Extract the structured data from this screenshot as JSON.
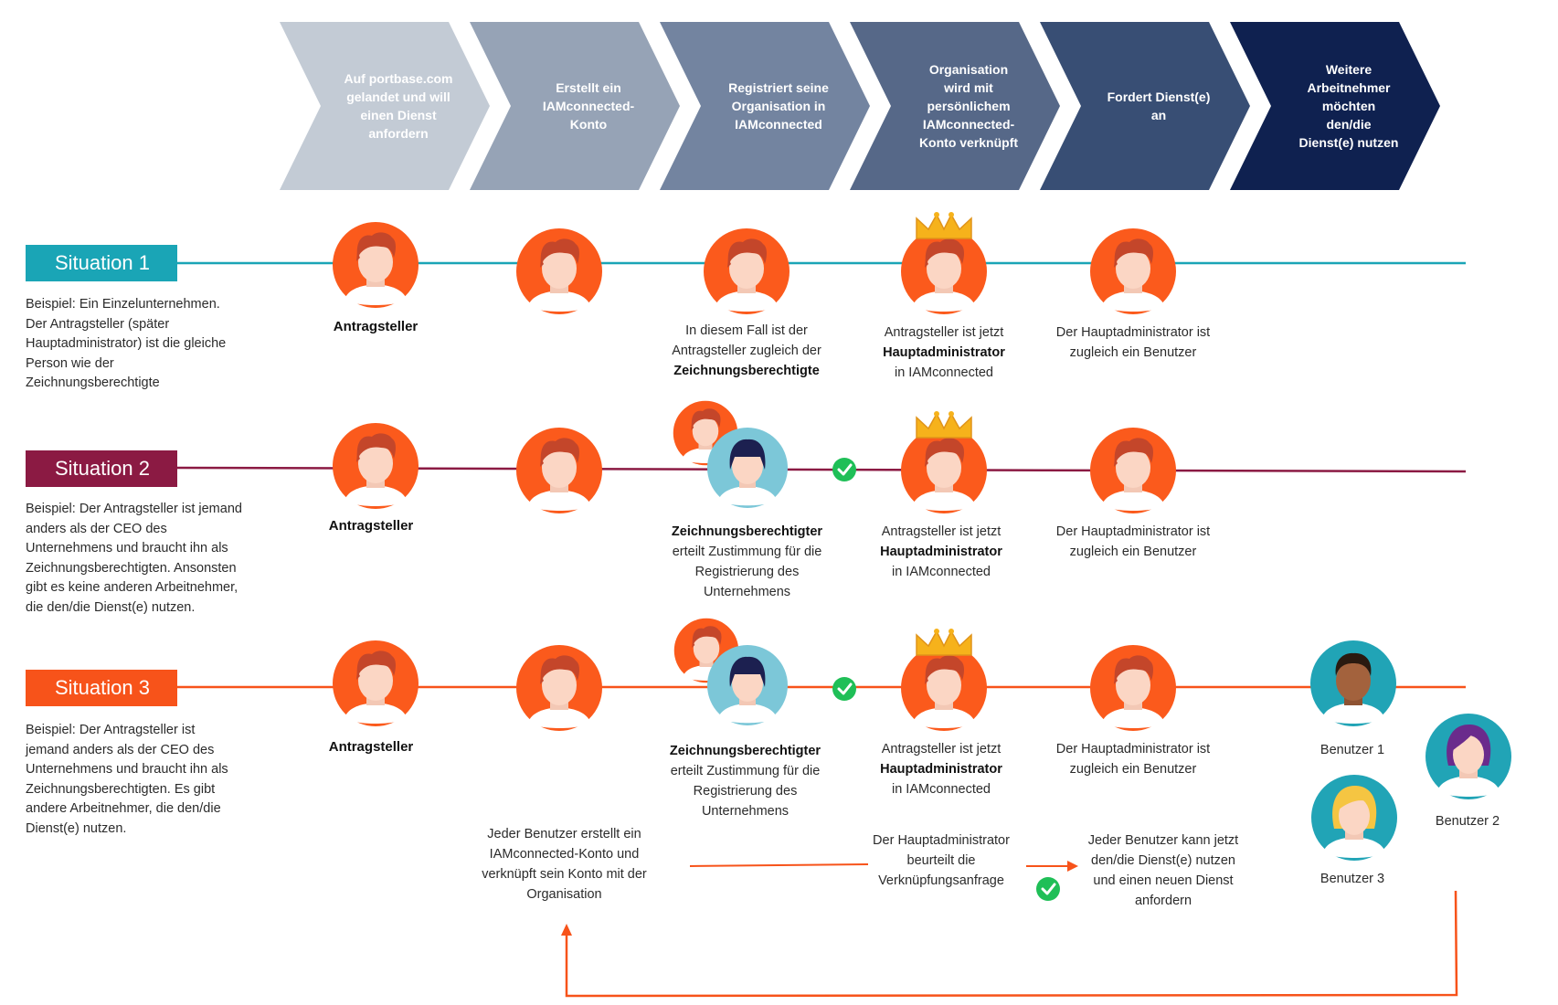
{
  "steps": [
    [
      "Auf portbase.com",
      "gelandet und will",
      "einen Dienst",
      "anfordern"
    ],
    [
      "Erstellt ein",
      "IAMconnected-",
      "Konto"
    ],
    [
      "Registriert seine",
      "Organisation in",
      "IAMconnected"
    ],
    [
      "Organisation",
      "wird mit",
      "persönlichem",
      "IAMconnected-",
      "Konto verknüpft"
    ],
    [
      "Fordert Dienst(e)",
      "an"
    ],
    [
      "Weitere",
      "Arbeitnehmer",
      "möchten",
      "den/die",
      "Dienst(e) nutzen"
    ]
  ],
  "colors": {
    "steps": [
      "#c3cbd5",
      "#96a3b6",
      "#7384a0",
      "#566888",
      "#384e74",
      "#0f2150"
    ],
    "situation1": "#1aa5b6",
    "situation2": "#8b1a43",
    "situation3": "#f7531a",
    "avatar_orange": "#fb5a1c",
    "avatar_teal": "#21a4b6",
    "avatar_lightblue": "#7cc7d8",
    "check_green": "#1fbf57",
    "crown": "#f6b21b"
  },
  "situations": [
    {
      "label": "Situation 1",
      "description": "Beispiel: Ein Einzelunternehmen. Der Antragsteller (später Hauptadministrator) ist die gleiche Person wie der Zeichnungsberechtigte",
      "applicant": "Antragsteller",
      "step3": {
        "pre": "In diesem Fall ist der Antragsteller zugleich der",
        "bold": "Zeichnungsberechtigte"
      },
      "step4": {
        "pre": "Antragsteller ist jetzt",
        "bold": "Hauptadministrator",
        "post": "in IAMconnected"
      },
      "step5": "Der Hauptadministrator ist zugleich ein Benutzer"
    },
    {
      "label": "Situation 2",
      "description": "Beispiel: Der Antragsteller ist jemand anders als der CEO des Unternehmens und braucht ihn als Zeichnungsberechtigten. Ansonsten gibt es keine anderen Arbeitnehmer, die den/die Dienst(e) nutzen.",
      "applicant": "Antragsteller",
      "step3": {
        "bold": "Zeichnungsberechtigter",
        "post": "erteilt Zustimmung für die Registrierung des Unternehmens"
      },
      "step4": {
        "pre": "Antragsteller ist jetzt",
        "bold": "Hauptadministrator",
        "post": "in IAMconnected"
      },
      "step5": "Der Hauptadministrator ist zugleich ein Benutzer"
    },
    {
      "label": "Situation 3",
      "description": "Beispiel: Der Antragsteller ist jemand anders als der CEO des Unternehmens und braucht ihn als Zeichnungsberechtigten. Es gibt andere Arbeitnehmer, die den/die Dienst(e) nutzen.",
      "applicant": "Antragsteller",
      "step3": {
        "bold": "Zeichnungsberechtigter",
        "post": "erteilt Zustimmung für die Registrierung des Unternehmens"
      },
      "step4": {
        "pre": "Antragsteller ist jetzt",
        "bold": "Hauptadministrator",
        "post": "in IAMconnected"
      },
      "step5": "Der Hauptadministrator ist zugleich ein Benutzer",
      "users": [
        "Benutzer 1",
        "Benutzer 2",
        "Benutzer 3"
      ],
      "flow": {
        "create": "Jeder Benutzer erstellt ein IAMconnected-Konto und verknüpft sein Konto mit der Organisation",
        "review": "Der Hauptadministrator beurteilt die Verknüpfungsanfrage",
        "use": "Jeder Benutzer kann jetzt den/die Dienst(e) nutzen und einen neuen Dienst anfordern"
      }
    }
  ]
}
